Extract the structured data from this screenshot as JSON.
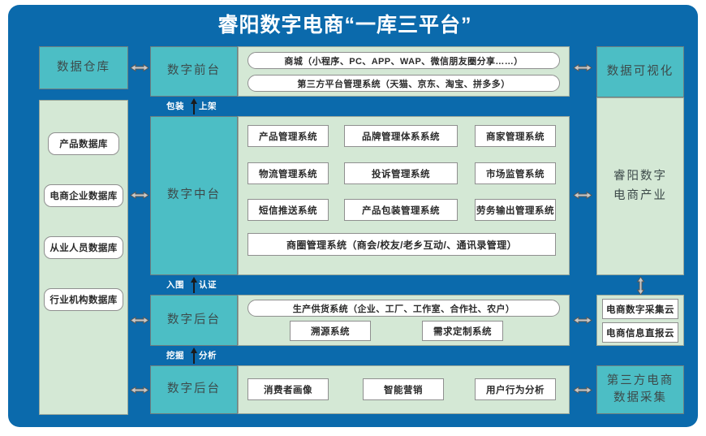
{
  "title": "睿阳数字电商“一库三平台”",
  "colors": {
    "frame_blue": "#0b6aac",
    "teal": "#4cbec5",
    "light_green": "#d4e8d5",
    "box_white": "#ffffff",
    "border_gray": "#8f8f8f"
  },
  "left_column": {
    "header": "数据仓库",
    "databases": [
      {
        "label": "产品数据库"
      },
      {
        "label": "电商企业数据库"
      },
      {
        "label": "从业人员数据库"
      },
      {
        "label": "行业机构数据库"
      }
    ]
  },
  "layers": {
    "front": {
      "name": "数字前台",
      "items": [
        {
          "label": "商城（小程序、PC、APP、WAP、微信朋友圈分享……）"
        },
        {
          "label": "第三方平台管理系统（天猫、京东、淘宝、拼多多）"
        }
      ]
    },
    "middle": {
      "name": "数字中台",
      "grid": [
        {
          "label": "产品管理系统"
        },
        {
          "label": "品牌管理体系系统"
        },
        {
          "label": "商家管理系统"
        },
        {
          "label": "物流管理系统"
        },
        {
          "label": "投诉管理系统"
        },
        {
          "label": "市场监管系统"
        },
        {
          "label": "短信推送系统"
        },
        {
          "label": "产品包装管理系统"
        },
        {
          "label": "劳务输出管理系统"
        }
      ],
      "wide_item": {
        "label": "商圈管理系统（商会/校友/老乡互动/、通讯录管理）"
      }
    },
    "back_supply": {
      "name": "数字后台",
      "pill": {
        "label": "生产供货系统（企业、工厂、工作室、合作社、农户）"
      },
      "items": [
        {
          "label": "溯源系统"
        },
        {
          "label": "需求定制系统"
        }
      ]
    },
    "back_analytics": {
      "name": "数字后台",
      "items": [
        {
          "label": "消费者画像"
        },
        {
          "label": "智能营销"
        },
        {
          "label": "用户行为分析"
        }
      ]
    }
  },
  "right_column": {
    "visualization": "数据可视化",
    "industry": "睿阳数字\n电商产业",
    "industry_line1": "睿阳数字",
    "industry_line2": "电商产业",
    "clouds": [
      {
        "label": "电商数字采集云"
      },
      {
        "label": "电商信息直报云"
      }
    ],
    "third_party_line1": "第三方电商",
    "third_party_line2": "数据采集"
  },
  "arrow_labels": {
    "packaging": "包装",
    "listing": "上架",
    "entry": "入围",
    "certification": "认证",
    "mining": "挖掘",
    "analysis": "分析"
  }
}
